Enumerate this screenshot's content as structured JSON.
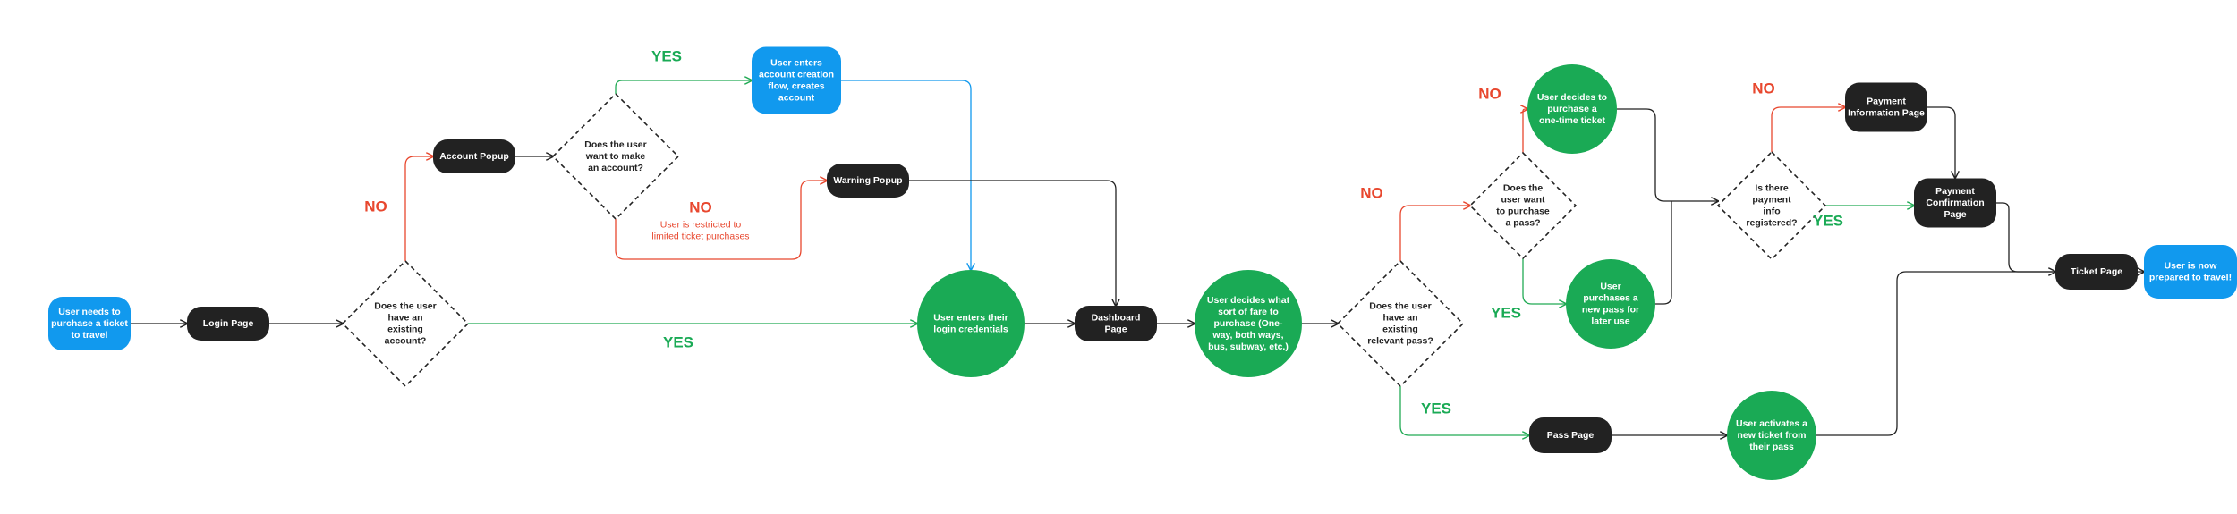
{
  "colors": {
    "blue": "#1199ee",
    "black": "#222222",
    "green": "#1aaa55",
    "red": "#e8472e",
    "line_dark": "#222222",
    "line_green": "#22aa55",
    "line_red": "#e8472e",
    "line_blue": "#1199ee",
    "white": "#ffffff"
  },
  "nodes": [
    {
      "id": "start",
      "text": "User needs to\npurchase a ticket\nto travel"
    },
    {
      "id": "login_page",
      "text": "Login Page"
    },
    {
      "id": "q_account",
      "text": "Does the user\nhave an\nexisting\naccount?"
    },
    {
      "id": "account_popup",
      "text": "Account Popup"
    },
    {
      "id": "q_make_account",
      "text": "Does the user\nwant to make\nan account?"
    },
    {
      "id": "create_account",
      "text": "User enters\naccount creation\nflow, creates\naccount"
    },
    {
      "id": "warning_popup",
      "text": "Warning Popup"
    },
    {
      "id": "enter_credentials",
      "text": "User enters their\nlogin credentials"
    },
    {
      "id": "dashboard",
      "text": "Dashboard\nPage"
    },
    {
      "id": "decide_fare",
      "text": "User decides what\nsort of fare to\npurchase (One-\nway, both ways,\nbus, subway, etc.)"
    },
    {
      "id": "q_pass",
      "text": "Does the user\nhave an\nexisting\nrelevant pass?"
    },
    {
      "id": "q_purchase_pass",
      "text": "Does the\nuser want\nto purchase\na pass?"
    },
    {
      "id": "one_time",
      "text": "User decides to\npurchase a\none-time ticket"
    },
    {
      "id": "new_pass",
      "text": "User\npurchases a\nnew pass for\nlater use"
    },
    {
      "id": "q_payment",
      "text": "Is there\npayment\ninfo\nregistered?"
    },
    {
      "id": "payment_info",
      "text": "Payment\nInformation Page"
    },
    {
      "id": "payment_confirm",
      "text": "Payment\nConfirmation\nPage"
    },
    {
      "id": "ticket_page",
      "text": "Ticket Page"
    },
    {
      "id": "end",
      "text": "User is now\nprepared to travel!"
    },
    {
      "id": "pass_page",
      "text": "Pass Page"
    },
    {
      "id": "activate_ticket",
      "text": "User activates a\nnew ticket from\ntheir pass"
    }
  ],
  "labels": [
    {
      "id": "no_account",
      "text": "NO"
    },
    {
      "id": "yes_account",
      "text": "YES"
    },
    {
      "id": "yes_make",
      "text": "YES"
    },
    {
      "id": "no_make",
      "text": "NO"
    },
    {
      "id": "restricted_note",
      "text": "User is restricted to\nlimited ticket purchases"
    },
    {
      "id": "no_pass",
      "text": "NO"
    },
    {
      "id": "yes_pass",
      "text": "YES"
    },
    {
      "id": "no_purchase_pass",
      "text": "NO"
    },
    {
      "id": "yes_purchase_pass",
      "text": "YES"
    },
    {
      "id": "no_payment",
      "text": "NO"
    },
    {
      "id": "yes_payment",
      "text": "YES"
    }
  ]
}
